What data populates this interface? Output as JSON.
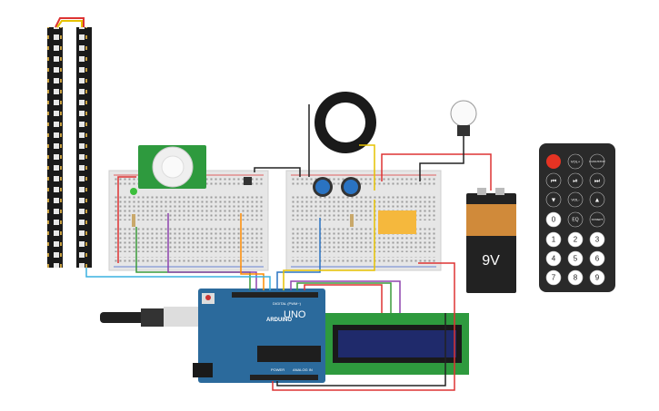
{
  "battery": {
    "label": "9V"
  },
  "arduino": {
    "brand": "ARDUINO",
    "model": "UNO",
    "digital_label": "DIGITAL (PWM~)",
    "power_label": "POWER",
    "analog_label": "ANALOG IN"
  },
  "remote": {
    "buttons": [
      "VOL+",
      "FUNC/STOP",
      "VOL-",
      "EQ",
      "ST/REPT",
      "0",
      "1",
      "2",
      "3",
      "4",
      "5",
      "6",
      "7",
      "8",
      "9"
    ]
  },
  "colors": {
    "background": "#ffffff",
    "arduino": "#2b6a9c",
    "battery_top": "#d08a3a",
    "relay": "#f5b83d",
    "lcd_pcb": "#2e9a3e",
    "lcd_screen": "#1f2a6b",
    "remote": "#2a2a2a",
    "power_button": "#e53323"
  }
}
